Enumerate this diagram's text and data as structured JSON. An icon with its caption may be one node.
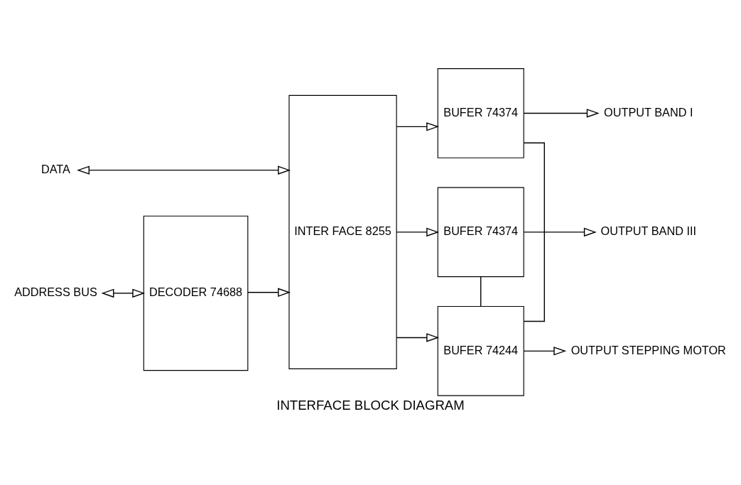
{
  "diagram": {
    "title": "INTERFACE BLOCK DIAGRAM",
    "nodes": [
      {
        "text": [
          "DATA"
        ]
      },
      {
        "text": [
          "ADDRESS BUS"
        ]
      },
      {
        "text": [
          "DECODER 74688"
        ]
      },
      {
        "text": [
          "INTER FACE 8255"
        ]
      },
      {
        "text": [
          "BUFER 74374"
        ]
      },
      {
        "text": [
          "BUFER 74374"
        ]
      },
      {
        "text": [
          "BUFER 74244"
        ]
      },
      {
        "text": [
          "OUTPUT BAND I"
        ]
      },
      {
        "text": [
          "OUTPUT BAND III"
        ]
      },
      {
        "text": [
          "OUTPUT STEPPING MOTOR"
        ]
      }
    ],
    "edges": [
      {
        "from": 0,
        "to": 3,
        "arrow": "both"
      },
      {
        "from": 1,
        "to": 2,
        "arrow": "both"
      },
      {
        "from": 2,
        "to": 3,
        "arrow": "to"
      },
      {
        "from": 3,
        "to": 4,
        "arrow": "to"
      },
      {
        "from": 3,
        "to": 5,
        "arrow": "to"
      },
      {
        "from": 3,
        "to": 6,
        "arrow": "to"
      },
      {
        "from": 4,
        "to": 7,
        "arrow": "to"
      },
      {
        "from": 5,
        "to": 8,
        "arrow": "to"
      },
      {
        "from": 6,
        "to": 9,
        "arrow": "to"
      },
      {
        "from": 4,
        "to": 6,
        "arrow": "none"
      },
      {
        "from": 5,
        "to": 6,
        "arrow": "none"
      }
    ]
  }
}
